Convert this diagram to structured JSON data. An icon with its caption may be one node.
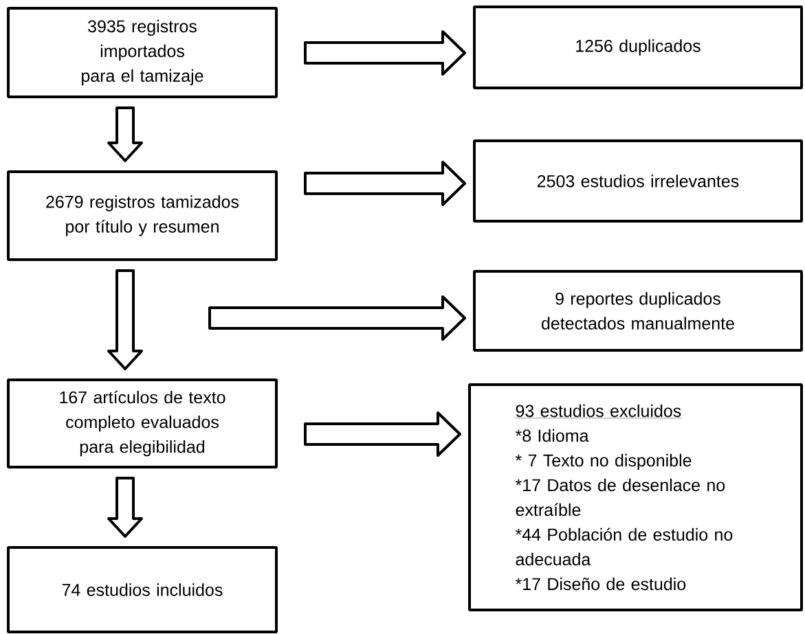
{
  "diagram": {
    "nodes": [
      {
        "text": [
          "3935 registros importados para el tamizaje"
        ]
      },
      {
        "text": [
          "1256 duplicados"
        ]
      },
      {
        "text": [
          "2679 registros tamizados por título y resumen"
        ]
      },
      {
        "text": [
          "2503 estudios irrelevantes"
        ]
      },
      {
        "text": [
          "9 reportes duplicados detectados manualmente"
        ]
      },
      {
        "text": [
          "167 artículos de texto completo evaluados para elegibilidad"
        ]
      },
      {
        "text": [
          "93 estudios excluidos",
          "*8 Idioma",
          "* 7 Texto no disponible",
          "*17 Datos de desenlace no extraíble",
          "*44 Población de estudio no adecuada",
          "*17 Diseño de estudio"
        ]
      },
      {
        "text": [
          "74 estudios incluidos"
        ]
      }
    ],
    "edges": [
      {
        "from": 0,
        "to": 1,
        "arrow": "to"
      },
      {
        "from": 0,
        "to": 2,
        "arrow": "to"
      },
      {
        "from": 2,
        "to": 3,
        "arrow": "to"
      },
      {
        "from": 2,
        "to": 5,
        "arrow": "to"
      },
      {
        "from": null,
        "to": 4,
        "arrow": "to"
      },
      {
        "from": 5,
        "to": 6,
        "arrow": "to"
      },
      {
        "from": 5,
        "to": 7,
        "arrow": "to"
      }
    ]
  }
}
